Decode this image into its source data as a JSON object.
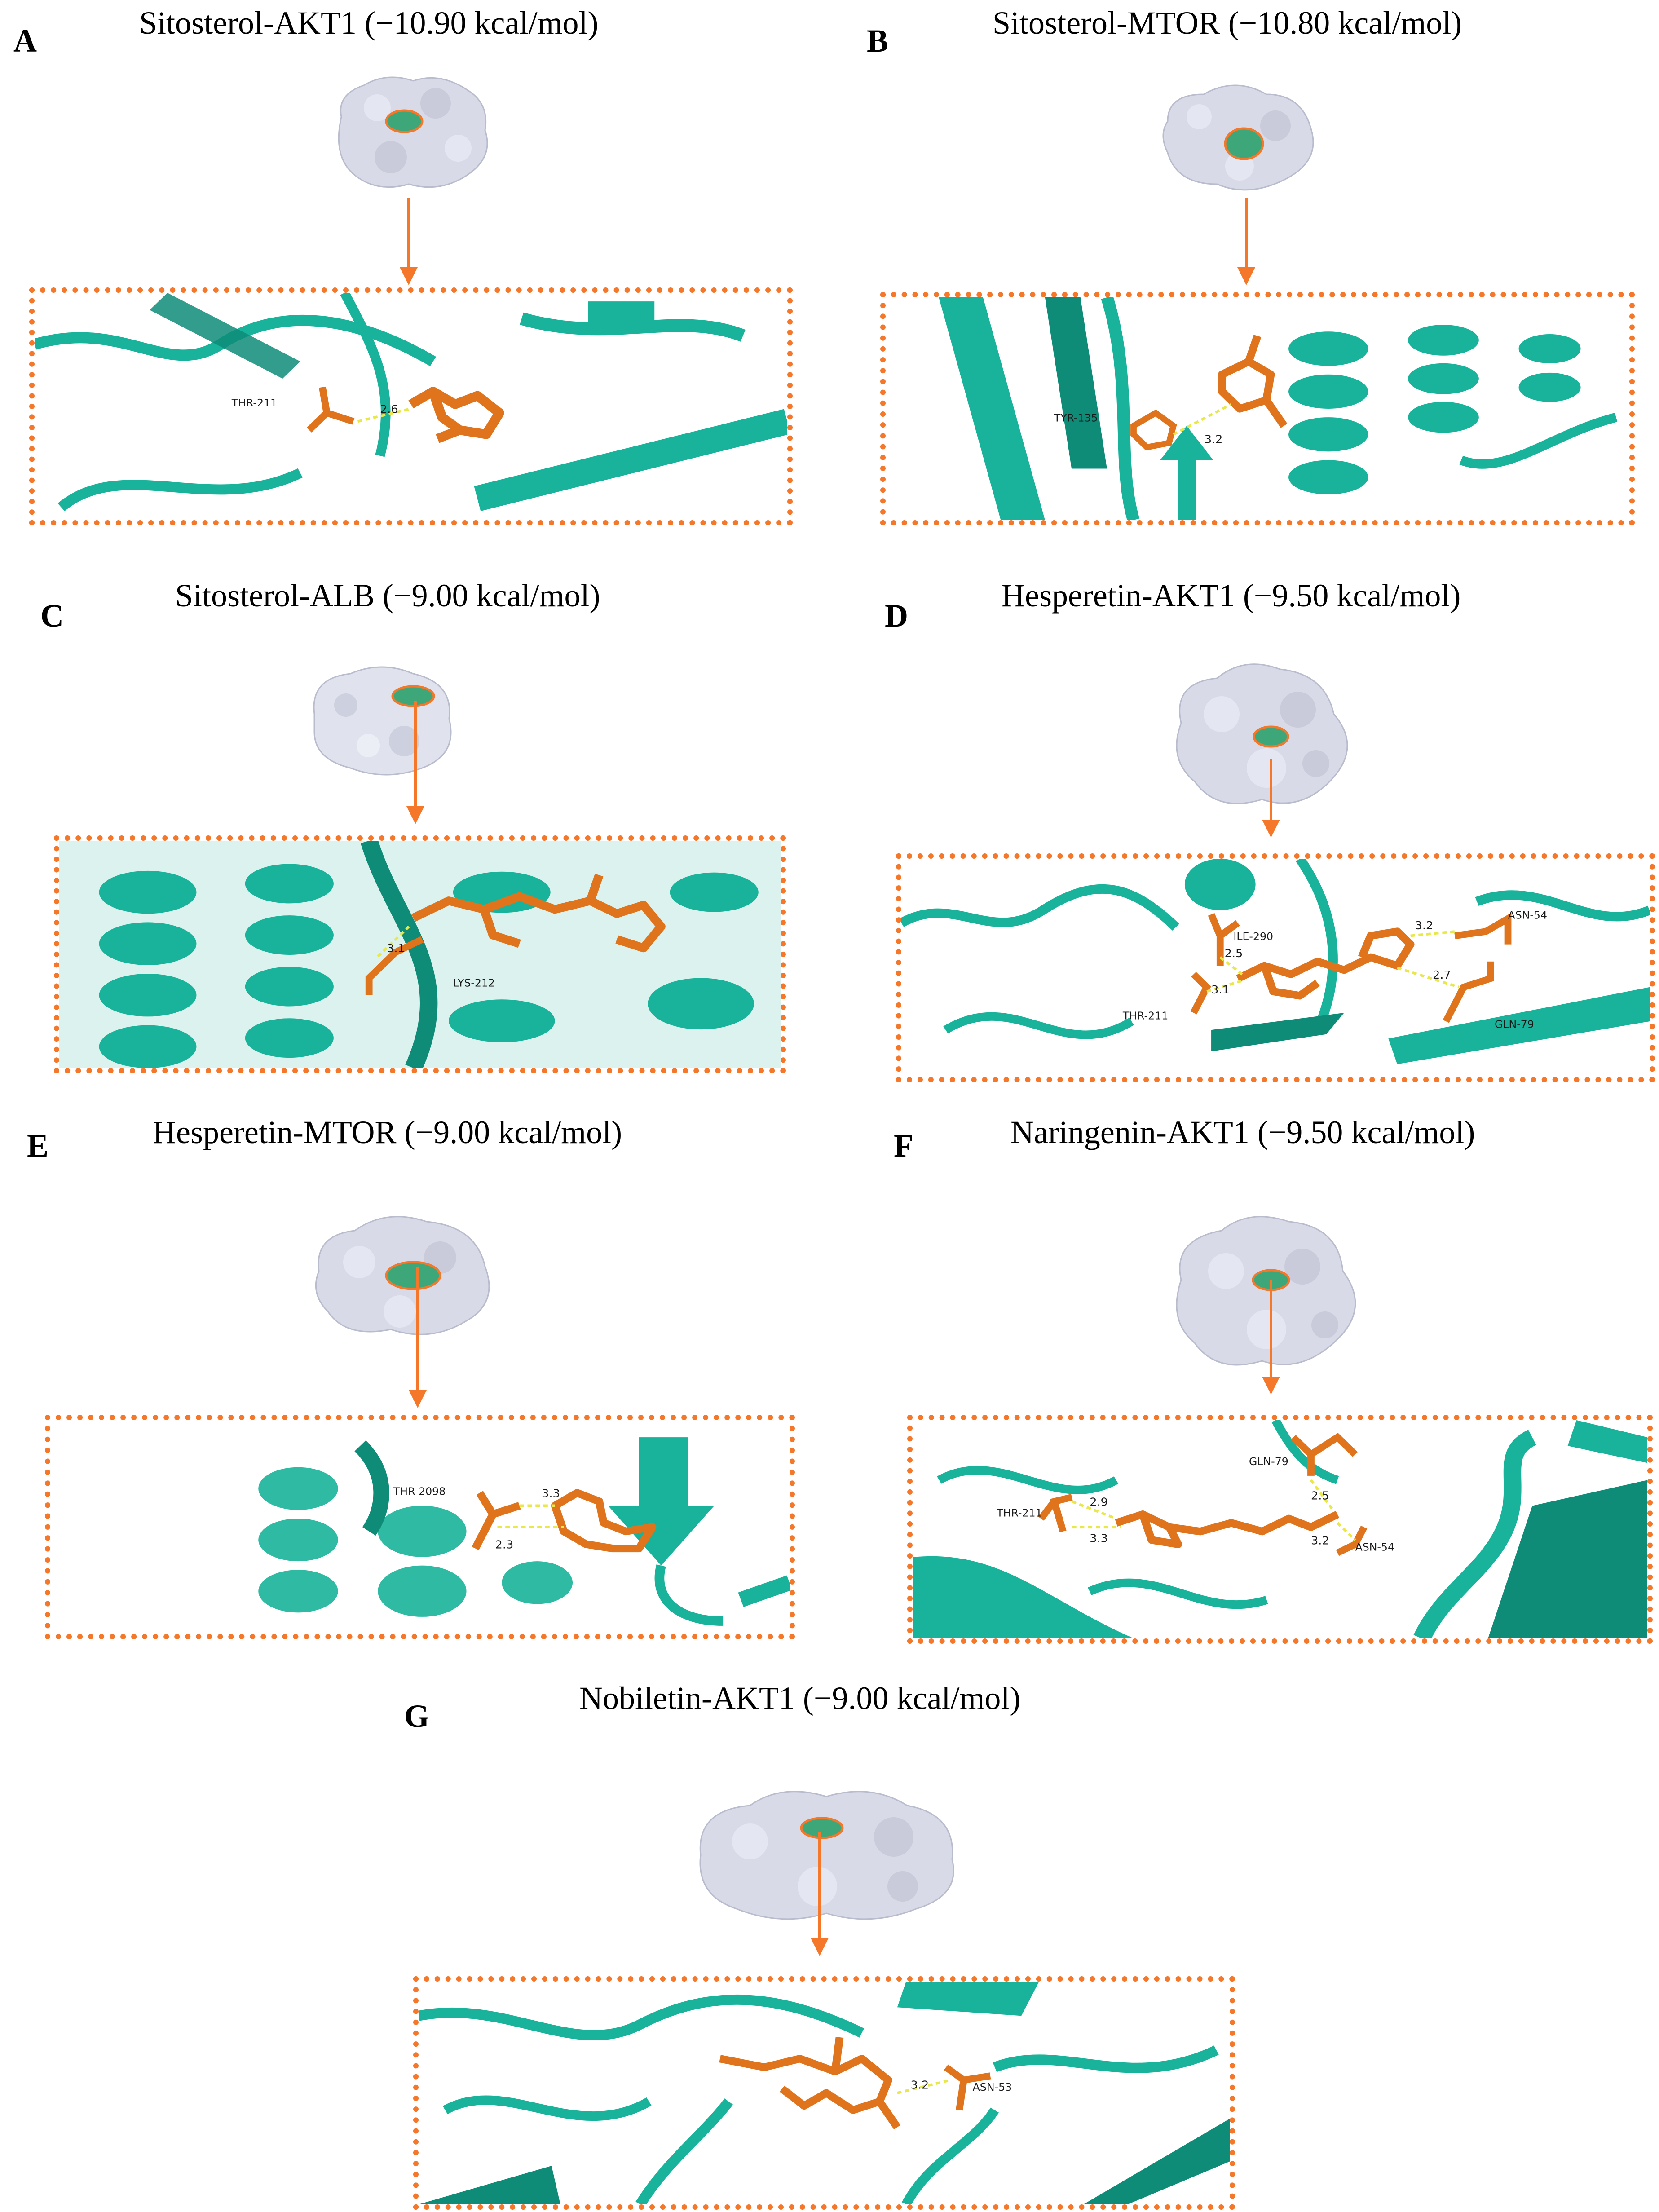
{
  "panels": [
    {
      "letter": "A",
      "title": "Sitosterol-AKT1 (−10.90 kcal/mol)",
      "residues": [
        "THR-211"
      ],
      "distances": [
        "2.6"
      ]
    },
    {
      "letter": "B",
      "title": "Sitosterol-MTOR (−10.80 kcal/mol)",
      "residues": [
        "TYR-135"
      ],
      "distances": [
        "3.2"
      ]
    },
    {
      "letter": "C",
      "title": "Sitosterol-ALB (−9.00 kcal/mol)",
      "residues": [
        "LYS-212"
      ],
      "distances": [
        "3.1"
      ]
    },
    {
      "letter": "D",
      "title": "Hesperetin-AKT1 (−9.50 kcal/mol)",
      "residues": [
        "ILE-290",
        "THR-211",
        "ASN-54",
        "GLN-79"
      ],
      "distances": [
        "2.5",
        "3.1",
        "3.2",
        "2.7"
      ]
    },
    {
      "letter": "E",
      "title": "Hesperetin-MTOR (−9.00 kcal/mol)",
      "residues": [
        "THR-2098"
      ],
      "distances": [
        "3.3",
        "2.3"
      ]
    },
    {
      "letter": "F",
      "title": "Naringenin-AKT1 (−9.50 kcal/mol)",
      "residues": [
        "GLN-79",
        "THR-211",
        "ASN-54"
      ],
      "distances": [
        "2.9",
        "3.3",
        "2.5",
        "3.2"
      ]
    },
    {
      "letter": "G",
      "title": "Nobiletin-AKT1 (−9.00 kcal/mol)",
      "residues": [
        "ASN-53"
      ],
      "distances": [
        "3.2"
      ]
    }
  ],
  "colors": {
    "protein_ribbon": "#18b39a",
    "protein_ribbon_dark": "#0e8c78",
    "ligand": "#e0741c",
    "surface": "#d8dae8",
    "highlight_border": "#f4772a",
    "hbond": "#e8e84a"
  }
}
